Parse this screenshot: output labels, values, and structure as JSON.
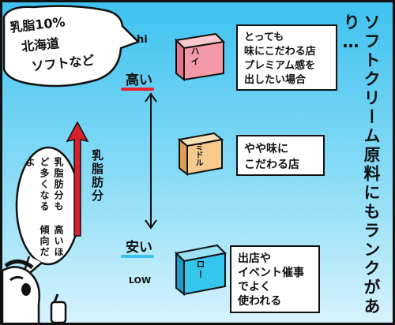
{
  "title_vertical": "ソフトクリーム原料にもランクがあり…",
  "speech_top": {
    "lines": [
      "乳脂10%",
      "北海道",
      "ソフトなど"
    ]
  },
  "speech_left": {
    "lines": [
      "乳脂肪分も",
      "高いほど多くなる",
      "傾向だよ"
    ]
  },
  "scale": {
    "hi_en": "hi",
    "hi_jp": "高い",
    "low_jp": "安い",
    "low_en": "LOW",
    "arrow_label": "乳脂肪分"
  },
  "ranks": [
    {
      "box_label": "ハイ",
      "box_color": "#f39aa6",
      "lines": [
        "とっても",
        "味にこだわる店",
        "プレミアム感を",
        "出したい場合"
      ]
    },
    {
      "box_label": "ミドル",
      "box_color": "#f6c98c",
      "lines": [
        "やや味に",
        "こだわる店"
      ]
    },
    {
      "box_label": "ロー",
      "box_color": "#35c6ee",
      "lines": [
        "出店や",
        "イベント催事",
        "でよく",
        "使われる"
      ]
    }
  ],
  "colors": {
    "hi_underline": "#e8232b",
    "low_underline": "#3ec2f0",
    "arrow_red": "#d8202a"
  }
}
